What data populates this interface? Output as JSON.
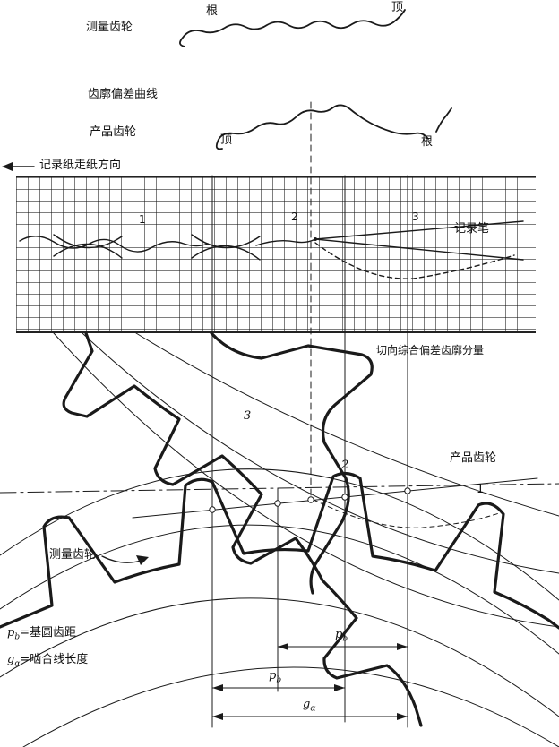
{
  "top": {
    "measuring_gear_label": "测量齿轮",
    "root_label": "根",
    "tip_label": "顶"
  },
  "mid": {
    "deviation_curve_label": "齿廓偏差曲线",
    "product_gear_label": "产品齿轮",
    "tip_label": "顶",
    "root_label": "根",
    "paper_direction_label": "记录纸走纸方向"
  },
  "chart": {
    "trace1_label": "1",
    "trace2_label": "2",
    "trace3_label": "3",
    "pen_label": "记录笔",
    "component_label": "切向综合偏差齿廓分量"
  },
  "gears": {
    "mesh3_label": "3",
    "mesh2_label": "2",
    "mesh1_label": "1",
    "product_gear_label": "产品齿轮",
    "measuring_gear_label": "测量齿轮"
  },
  "legend": {
    "pb_symbol": "p",
    "pb_sub": "b",
    "pb_desc": "=基圆齿距",
    "ga_symbol": "g",
    "ga_sub": "α",
    "ga_desc": "=啮合线长度"
  },
  "dimensions": {
    "pb_upper": {
      "symbol": "p",
      "sub": "b"
    },
    "pb_lower": {
      "symbol": "p",
      "sub": "b"
    },
    "ga": {
      "symbol": "g",
      "sub": "α"
    }
  },
  "colors": {
    "ink": "#1a1a1a",
    "background": "#ffffff"
  }
}
